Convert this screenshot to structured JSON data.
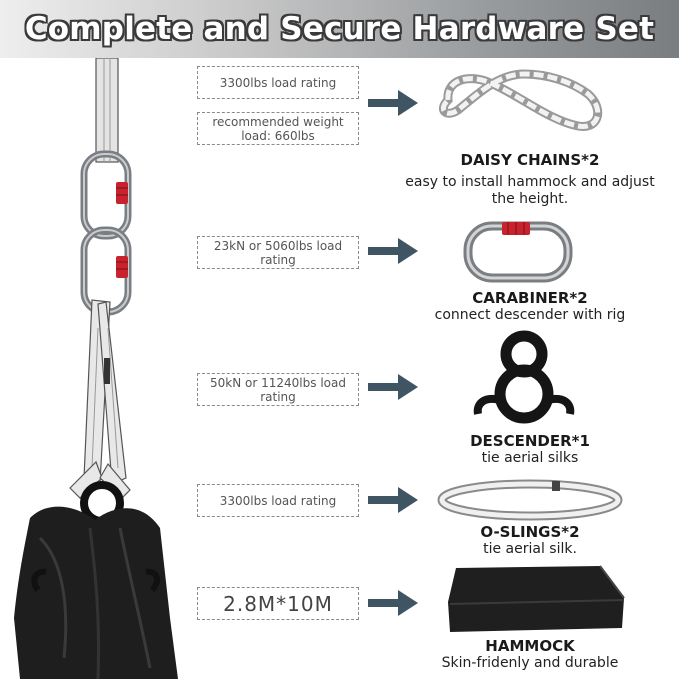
{
  "header": {
    "title": "Complete and Secure Hardware Set"
  },
  "items": [
    {
      "ratings": [
        "3300lbs load rating",
        "recommended weight load: 660lbs"
      ],
      "name": "DAISY CHAINS*2",
      "desc": "easy to install hammock and adjust the height."
    },
    {
      "ratings": [
        "23kN or 5060lbs load rating"
      ],
      "name": "CARABINER*2",
      "desc": "connect descender with rig"
    },
    {
      "ratings": [
        "50kN or 11240lbs load rating"
      ],
      "name": "DESCENDER*1",
      "desc": "tie aerial silks"
    },
    {
      "ratings": [
        "3300lbs load rating"
      ],
      "name": "O-SLINGS*2",
      "desc": "tie aerial silk."
    },
    {
      "ratings": [
        "2.8M*10M"
      ],
      "name": "HAMMOCK",
      "desc": "Skin-fridenly and durable"
    }
  ],
  "colors": {
    "arrow": "#3f5563",
    "carabiner_lock": "#c8232c",
    "webbing": "#e6e6e6",
    "fabric": "#1e1e1e"
  }
}
